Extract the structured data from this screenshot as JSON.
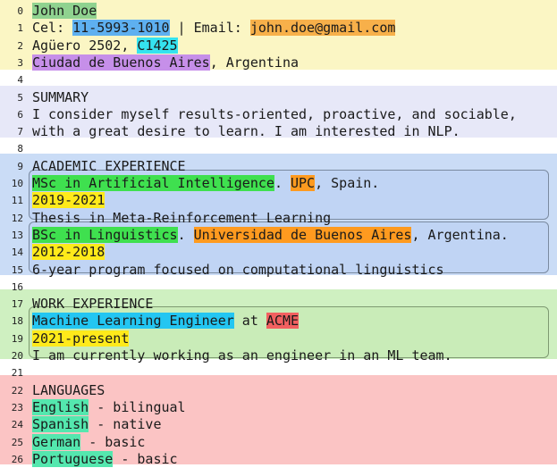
{
  "lines": [
    {
      "n": "0",
      "parts": [
        {
          "t": "John Doe",
          "c": "h-name"
        }
      ]
    },
    {
      "n": "1",
      "parts": [
        {
          "t": "Cel: "
        },
        {
          "t": "11-5993-1010",
          "c": "h-phone"
        },
        {
          "t": " | Email: "
        },
        {
          "t": "john.doe@gmail.com",
          "c": "h-email"
        }
      ]
    },
    {
      "n": "2",
      "parts": [
        {
          "t": "Agüero 2502, "
        },
        {
          "t": "C1425",
          "c": "h-cp"
        }
      ]
    },
    {
      "n": "3",
      "parts": [
        {
          "t": "Ciudad de Buenos Aires",
          "c": "h-city"
        },
        {
          "t": ", Argentina"
        }
      ]
    },
    {
      "n": "4",
      "parts": []
    },
    {
      "n": "5",
      "parts": [
        {
          "t": "SUMMARY"
        }
      ]
    },
    {
      "n": "6",
      "parts": [
        {
          "t": "I consider myself results-oriented, proactive, and sociable,"
        }
      ]
    },
    {
      "n": "7",
      "parts": [
        {
          "t": "with a great desire to learn. I am interested in NLP."
        }
      ]
    },
    {
      "n": "8",
      "parts": []
    },
    {
      "n": "9",
      "parts": [
        {
          "t": "ACADEMIC EXPERIENCE"
        }
      ]
    },
    {
      "n": "10",
      "parts": [
        {
          "t": "MSc in Artificial Intelligence",
          "c": "h-degree"
        },
        {
          "t": ". "
        },
        {
          "t": "UPC",
          "c": "h-uni"
        },
        {
          "t": ", Spain."
        }
      ]
    },
    {
      "n": "11",
      "parts": [
        {
          "t": "2019-2021",
          "c": "h-year"
        }
      ]
    },
    {
      "n": "12",
      "parts": [
        {
          "t": "Thesis in Meta-Reinforcement Learning"
        }
      ]
    },
    {
      "n": "13",
      "parts": [
        {
          "t": "BSc in Linguistics",
          "c": "h-degree"
        },
        {
          "t": ". "
        },
        {
          "t": "Universidad de Buenos Aires",
          "c": "h-uni"
        },
        {
          "t": ", Argentina."
        }
      ]
    },
    {
      "n": "14",
      "parts": [
        {
          "t": "2012-2018",
          "c": "h-year"
        }
      ]
    },
    {
      "n": "15",
      "parts": [
        {
          "t": "6-year program focused on computational linguistics"
        }
      ]
    },
    {
      "n": "16",
      "parts": []
    },
    {
      "n": "17",
      "parts": [
        {
          "t": "WORK EXPERIENCE"
        }
      ]
    },
    {
      "n": "18",
      "parts": [
        {
          "t": "Machine Learning Engineer",
          "c": "h-role"
        },
        {
          "t": " at "
        },
        {
          "t": "ACME",
          "c": "h-company"
        }
      ]
    },
    {
      "n": "19",
      "parts": [
        {
          "t": "2021-present",
          "c": "h-year"
        }
      ]
    },
    {
      "n": "20",
      "parts": [
        {
          "t": "I am currently working as an engineer in an ML team."
        }
      ]
    },
    {
      "n": "21",
      "parts": []
    },
    {
      "n": "22",
      "parts": [
        {
          "t": "LANGUAGES"
        }
      ]
    },
    {
      "n": "23",
      "parts": [
        {
          "t": "English",
          "c": "h-lang"
        },
        {
          "t": " - bilingual"
        }
      ]
    },
    {
      "n": "24",
      "parts": [
        {
          "t": "Spanish",
          "c": "h-lang"
        },
        {
          "t": " - native"
        }
      ]
    },
    {
      "n": "25",
      "parts": [
        {
          "t": "German",
          "c": "h-lang"
        },
        {
          "t": " - basic"
        }
      ]
    },
    {
      "n": "26",
      "parts": [
        {
          "t": "Portuguese",
          "c": "h-lang"
        },
        {
          "t": " - basic"
        }
      ]
    }
  ]
}
